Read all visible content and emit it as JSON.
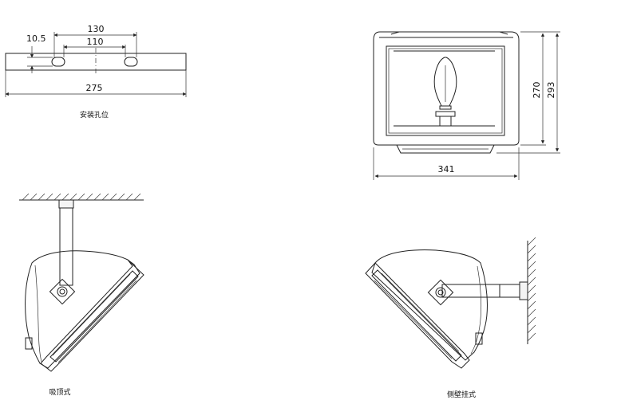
{
  "dimensions": {
    "d_130": "130",
    "d_110": "110",
    "d_10_5": "10.5",
    "d_275": "275",
    "d_341": "341",
    "d_270": "270",
    "d_293": "293"
  },
  "captions": {
    "mounting_holes": "安装孔位",
    "ceiling_mount": "吸顶式",
    "wall_mount": "侧壁挂式"
  }
}
